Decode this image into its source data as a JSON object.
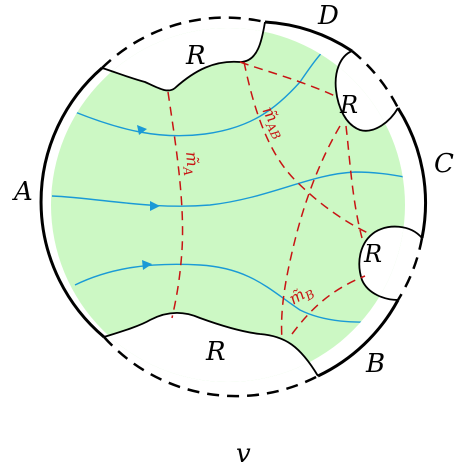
{
  "labels": {
    "A": "A",
    "B": "B",
    "C": "C",
    "D": "D",
    "R": "R",
    "m_A": "m̃",
    "m_A_sub": "A",
    "m_AB": "m̃",
    "m_AB_sub": "AB",
    "m_B": "m̃",
    "m_B_sub": "B",
    "caption": "v"
  },
  "colors": {
    "region_fill": "#ccf8c4",
    "boundary": "#000000",
    "flow_lines": "#1a9ad6",
    "dashed_curves": "#c81414",
    "curve_labels": "#c81414"
  }
}
